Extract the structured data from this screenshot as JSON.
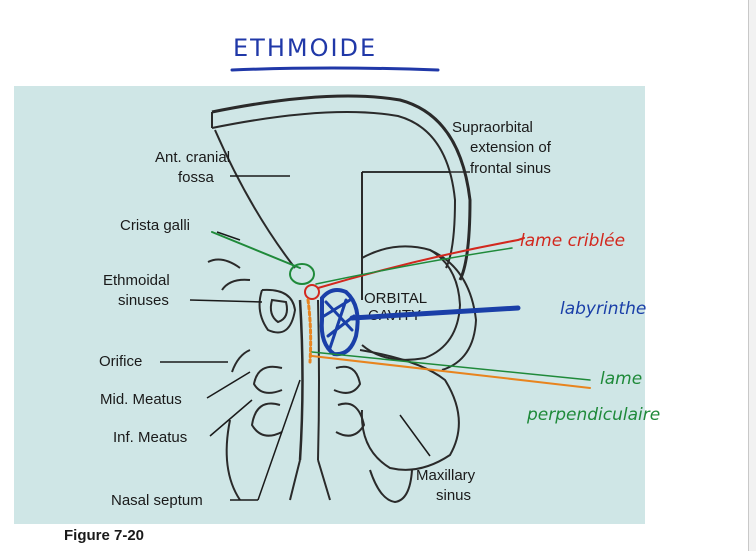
{
  "title": "ETHMOIDE",
  "figure": {
    "labels": {
      "supraorbital_1": "Supraorbital",
      "supraorbital_2": "extension of",
      "supraorbital_3": "frontal sinus",
      "ant_cranial_1": "Ant. cranial",
      "ant_cranial_2": "fossa",
      "crista_galli": "Crista galli",
      "ethmoidal_1": "Ethmoidal",
      "ethmoidal_2": "sinuses",
      "orbital_1": "ORBITAL",
      "orbital_2": "CAVITY",
      "orifice": "Orifice",
      "mid_meatus": "Mid. Meatus",
      "inf_meatus": "Inf. Meatus",
      "nasal_septum": "Nasal septum",
      "maxillary_1": "Maxillary",
      "maxillary_2": "sinus"
    },
    "caption_fragment": "Figure 7-20"
  },
  "annotations": {
    "lame_criblee": "lame criblée",
    "labyrinthe": "labyrinthe",
    "lame_perp_1": "lame",
    "lame_perp_2": "perpendiculaire"
  },
  "colors": {
    "title": "#2038a8",
    "figure_bg": "#cfe6e6",
    "red": "#d2281e",
    "green": "#1f8a3a",
    "blue": "#1a3fa8",
    "orange": "#e8841e"
  }
}
